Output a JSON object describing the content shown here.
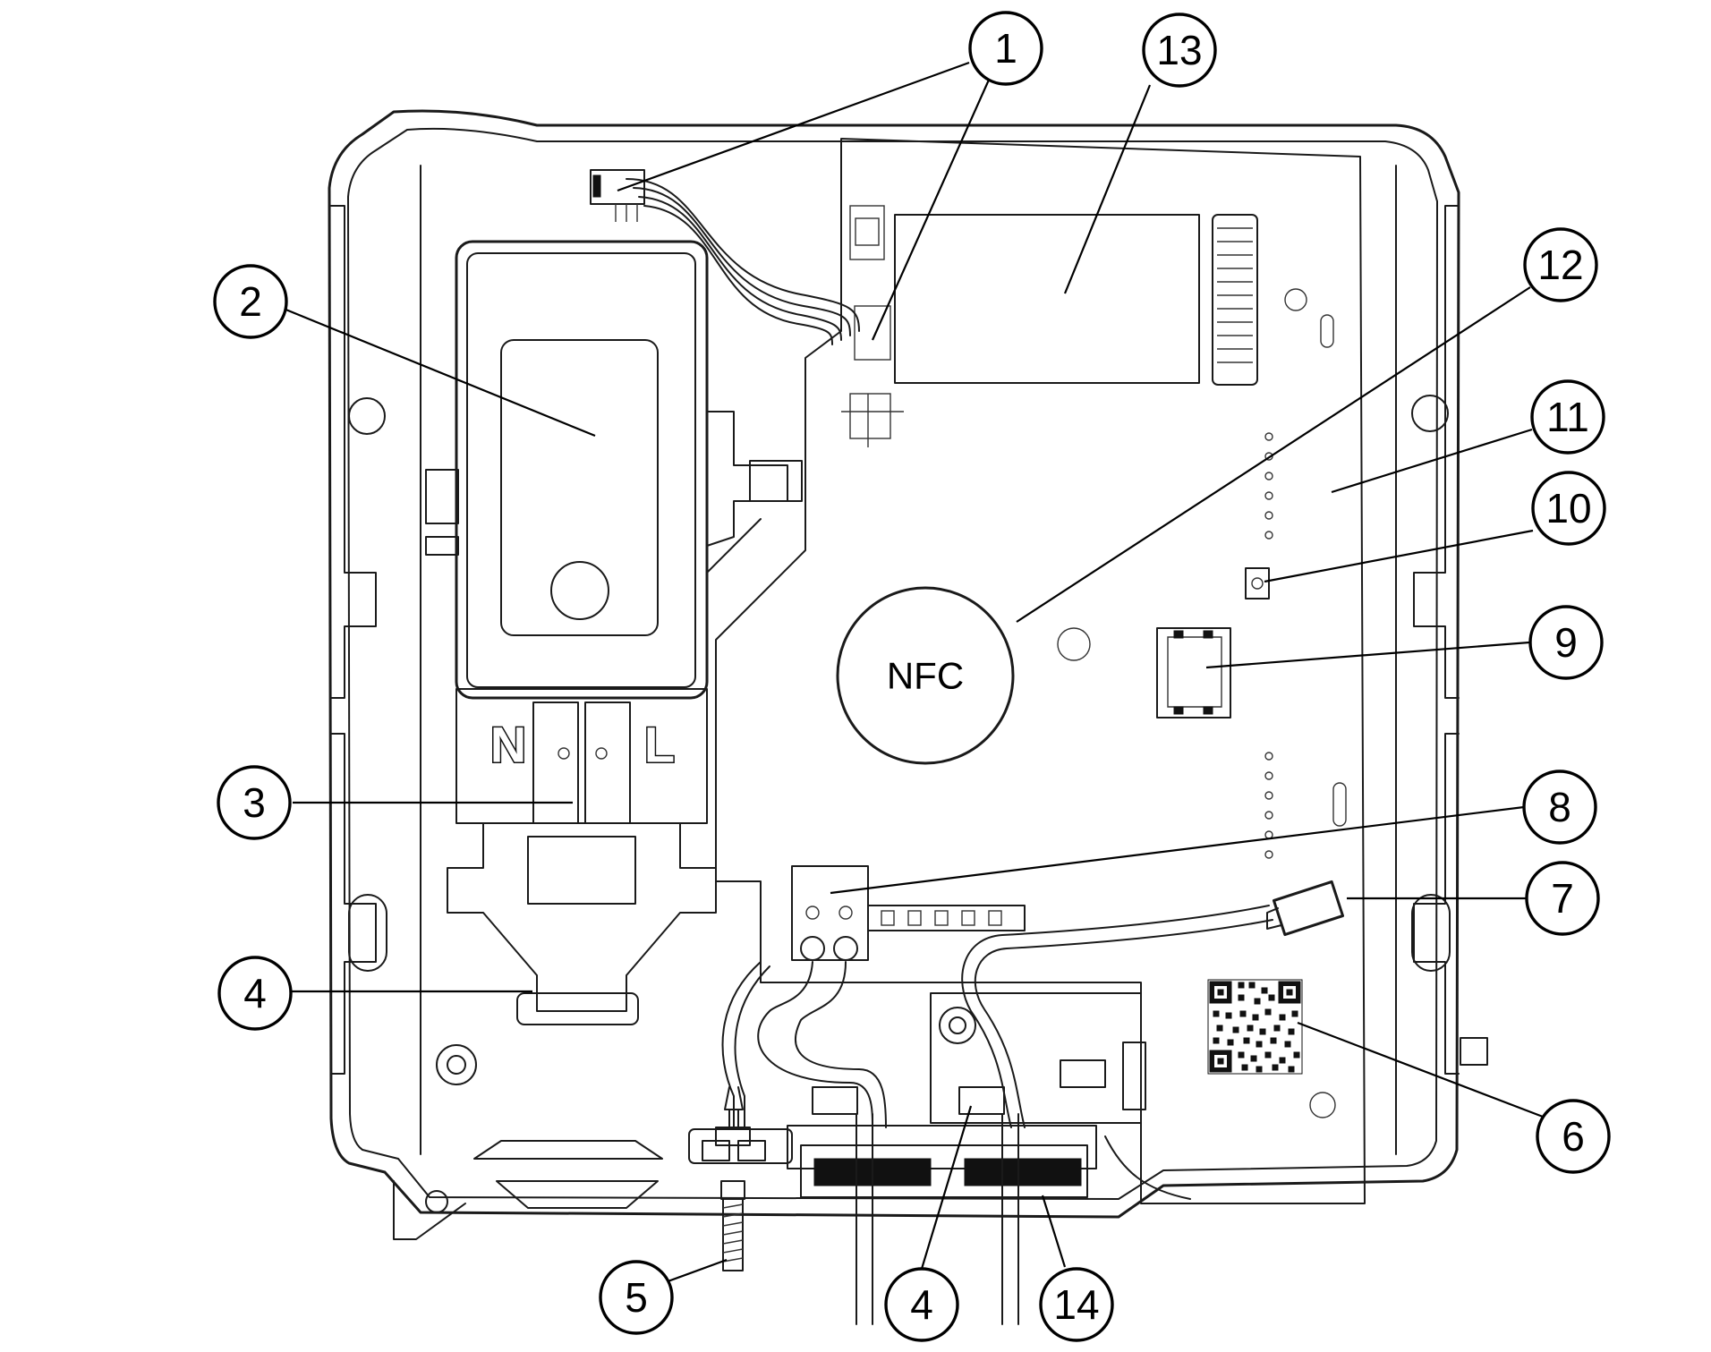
{
  "diagram": {
    "nfc_label": "NFC",
    "terminal_labels": {
      "neutral": "N",
      "live": "L"
    },
    "callouts": [
      "1",
      "2",
      "3",
      "4",
      "5",
      "6",
      "7",
      "8",
      "9",
      "10",
      "11",
      "12",
      "13",
      "4",
      "14"
    ]
  }
}
